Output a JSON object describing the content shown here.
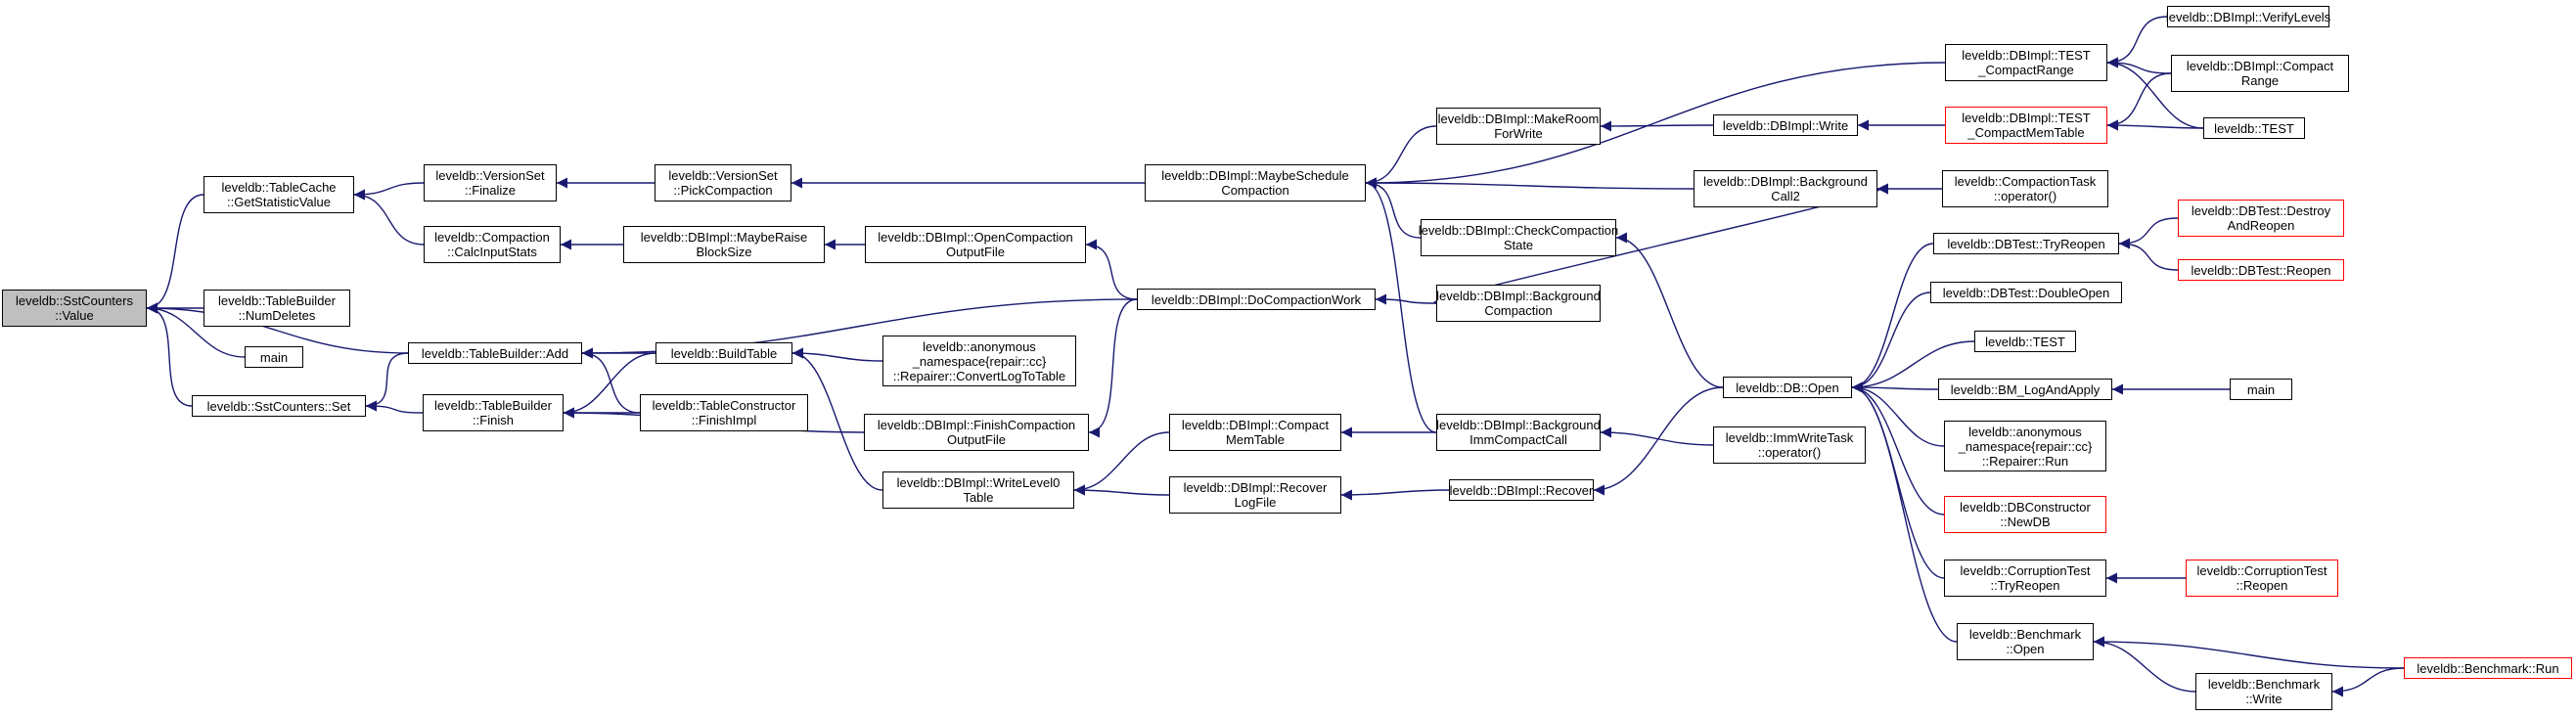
{
  "graph": {
    "type": "call-graph",
    "colors": {
      "edge": "#191970",
      "border": "#000000",
      "border_truncated": "#ff0000",
      "focus_fill": "#bfbfbf"
    },
    "nodes": [
      {
        "id": "sst_value",
        "lines": [
          "leveldb::SstCounters",
          "::Value"
        ],
        "style": "focus"
      },
      {
        "id": "tablecache_gsv",
        "lines": [
          "leveldb::TableCache",
          "::GetStatisticValue"
        ],
        "style": "normal"
      },
      {
        "id": "tb_numdeletes",
        "lines": [
          "leveldb::TableBuilder",
          "::NumDeletes"
        ],
        "style": "normal"
      },
      {
        "id": "main1",
        "lines": [
          "main"
        ],
        "style": "normal"
      },
      {
        "id": "sst_set",
        "lines": [
          "leveldb::SstCounters::Set"
        ],
        "style": "normal"
      },
      {
        "id": "vs_finalize",
        "lines": [
          "leveldb::VersionSet",
          "::Finalize"
        ],
        "style": "normal"
      },
      {
        "id": "comp_calc",
        "lines": [
          "leveldb::Compaction",
          "::CalcInputStats"
        ],
        "style": "normal"
      },
      {
        "id": "tb_add",
        "lines": [
          "leveldb::TableBuilder::Add"
        ],
        "style": "normal"
      },
      {
        "id": "tb_finish",
        "lines": [
          "leveldb::TableBuilder",
          "::Finish"
        ],
        "style": "normal"
      },
      {
        "id": "vs_pick",
        "lines": [
          "leveldb::VersionSet",
          "::PickCompaction"
        ],
        "style": "normal"
      },
      {
        "id": "db_raise",
        "lines": [
          "leveldb::DBImpl::MaybeRaise",
          "BlockSize"
        ],
        "style": "normal"
      },
      {
        "id": "build_table",
        "lines": [
          "leveldb::BuildTable"
        ],
        "style": "normal"
      },
      {
        "id": "tc_finishimpl",
        "lines": [
          "leveldb::TableConstructor",
          "::FinishImpl"
        ],
        "style": "normal"
      },
      {
        "id": "db_open_comp",
        "lines": [
          "leveldb::DBImpl::OpenCompaction",
          "OutputFile"
        ],
        "style": "normal"
      },
      {
        "id": "repairer_convert",
        "lines": [
          "leveldb::anonymous",
          "_namespace{repair::cc}",
          "::Repairer::ConvertLogToTable"
        ],
        "style": "normal"
      },
      {
        "id": "db_finish_comp",
        "lines": [
          "leveldb::DBImpl::FinishCompaction",
          "OutputFile"
        ],
        "style": "normal"
      },
      {
        "id": "db_wl0",
        "lines": [
          "leveldb::DBImpl::WriteLevel0",
          "Table"
        ],
        "style": "normal"
      },
      {
        "id": "db_maybe_sched",
        "lines": [
          "leveldb::DBImpl::MaybeSchedule",
          "Compaction"
        ],
        "style": "normal"
      },
      {
        "id": "db_do_comp",
        "lines": [
          "leveldb::DBImpl::DoCompactionWork"
        ],
        "style": "normal"
      },
      {
        "id": "db_compact_mem",
        "lines": [
          "leveldb::DBImpl::Compact",
          "MemTable"
        ],
        "style": "normal"
      },
      {
        "id": "db_recover_log",
        "lines": [
          "leveldb::DBImpl::Recover",
          "LogFile"
        ],
        "style": "normal"
      },
      {
        "id": "db_makeroom",
        "lines": [
          "leveldb::DBImpl::MakeRoom",
          "ForWrite"
        ],
        "style": "normal"
      },
      {
        "id": "db_check_comp",
        "lines": [
          "leveldb::DBImpl::CheckCompaction",
          "State"
        ],
        "style": "normal"
      },
      {
        "id": "db_bg_comp",
        "lines": [
          "leveldb::DBImpl::Background",
          "Compaction"
        ],
        "style": "normal"
      },
      {
        "id": "db_bg_imm",
        "lines": [
          "leveldb::DBImpl::Background",
          "ImmCompactCall"
        ],
        "style": "normal"
      },
      {
        "id": "db_recover",
        "lines": [
          "leveldb::DBImpl::Recover"
        ],
        "style": "normal"
      },
      {
        "id": "db_write",
        "lines": [
          "leveldb::DBImpl::Write"
        ],
        "style": "normal"
      },
      {
        "id": "db_bg_call2",
        "lines": [
          "leveldb::DBImpl::Background",
          "Call2"
        ],
        "style": "normal"
      },
      {
        "id": "db_open",
        "lines": [
          "leveldb::DB::Open"
        ],
        "style": "normal"
      },
      {
        "id": "imm_write_task",
        "lines": [
          "leveldb::ImmWriteTask",
          "::operator()"
        ],
        "style": "normal"
      },
      {
        "id": "db_test_range",
        "lines": [
          "leveldb::DBImpl::TEST",
          "_CompactRange"
        ],
        "style": "normal"
      },
      {
        "id": "db_test_memtable",
        "lines": [
          "leveldb::DBImpl::TEST",
          "_CompactMemTable"
        ],
        "style": "red"
      },
      {
        "id": "comp_task",
        "lines": [
          "leveldb::CompactionTask",
          "::operator()"
        ],
        "style": "normal"
      },
      {
        "id": "dbt_tryreopen",
        "lines": [
          "leveldb::DBTest::TryReopen"
        ],
        "style": "normal"
      },
      {
        "id": "dbt_doubleopen",
        "lines": [
          "leveldb::DBTest::DoubleOpen"
        ],
        "style": "normal"
      },
      {
        "id": "lt_test_mid",
        "lines": [
          "leveldb::TEST"
        ],
        "style": "normal"
      },
      {
        "id": "bm_logapply",
        "lines": [
          "leveldb::BM_LogAndApply"
        ],
        "style": "normal"
      },
      {
        "id": "repairer_run",
        "lines": [
          "leveldb::anonymous",
          "_namespace{repair::cc}",
          "::Repairer::Run"
        ],
        "style": "normal"
      },
      {
        "id": "dbc_newdb",
        "lines": [
          "leveldb::DBConstructor",
          "::NewDB"
        ],
        "style": "red"
      },
      {
        "id": "ct_tryreopen",
        "lines": [
          "leveldb::CorruptionTest",
          "::TryReopen"
        ],
        "style": "normal"
      },
      {
        "id": "bench_open",
        "lines": [
          "leveldb::Benchmark",
          "::Open"
        ],
        "style": "normal"
      },
      {
        "id": "verify_levels",
        "lines": [
          "leveldb::DBImpl::VerifyLevels"
        ],
        "style": "normal"
      },
      {
        "id": "db_compact_range",
        "lines": [
          "leveldb::DBImpl::Compact",
          "Range"
        ],
        "style": "normal"
      },
      {
        "id": "lt_test_top",
        "lines": [
          "leveldb::TEST"
        ],
        "style": "normal"
      },
      {
        "id": "dbt_destroy",
        "lines": [
          "leveldb::DBTest::Destroy",
          "AndReopen"
        ],
        "style": "red"
      },
      {
        "id": "dbt_reopen",
        "lines": [
          "leveldb::DBTest::Reopen"
        ],
        "style": "red"
      },
      {
        "id": "main2",
        "lines": [
          "main"
        ],
        "style": "normal"
      },
      {
        "id": "ct_reopen",
        "lines": [
          "leveldb::CorruptionTest",
          "::Reopen"
        ],
        "style": "red"
      },
      {
        "id": "bench_write",
        "lines": [
          "leveldb::Benchmark",
          "::Write"
        ],
        "style": "normal"
      },
      {
        "id": "bench_run",
        "lines": [
          "leveldb::Benchmark::Run"
        ],
        "style": "red"
      }
    ],
    "edges": [
      [
        "tablecache_gsv",
        "sst_value"
      ],
      [
        "tb_numdeletes",
        "sst_value"
      ],
      [
        "main1",
        "sst_value"
      ],
      [
        "sst_set",
        "sst_value"
      ],
      [
        "tb_add",
        "sst_value"
      ],
      [
        "vs_finalize",
        "tablecache_gsv"
      ],
      [
        "comp_calc",
        "tablecache_gsv"
      ],
      [
        "tb_add",
        "sst_set"
      ],
      [
        "tb_finish",
        "sst_set"
      ],
      [
        "vs_pick",
        "vs_finalize"
      ],
      [
        "db_raise",
        "comp_calc"
      ],
      [
        "build_table",
        "tb_add"
      ],
      [
        "tc_finishimpl",
        "tb_add"
      ],
      [
        "db_do_comp",
        "tb_add"
      ],
      [
        "build_table",
        "tb_finish"
      ],
      [
        "tc_finishimpl",
        "tb_finish"
      ],
      [
        "db_finish_comp",
        "tb_finish"
      ],
      [
        "db_maybe_sched",
        "vs_pick"
      ],
      [
        "db_open_comp",
        "db_raise"
      ],
      [
        "repairer_convert",
        "build_table"
      ],
      [
        "db_wl0",
        "build_table"
      ],
      [
        "db_do_comp",
        "db_open_comp"
      ],
      [
        "db_do_comp",
        "db_finish_comp"
      ],
      [
        "db_compact_mem",
        "db_wl0"
      ],
      [
        "db_recover_log",
        "db_wl0"
      ],
      [
        "db_makeroom",
        "db_maybe_sched"
      ],
      [
        "db_check_comp",
        "db_maybe_sched"
      ],
      [
        "db_bg_call2",
        "db_maybe_sched"
      ],
      [
        "db_test_range",
        "db_maybe_sched"
      ],
      [
        "db_bg_imm",
        "db_maybe_sched"
      ],
      [
        "db_bg_comp",
        "db_do_comp"
      ],
      [
        "db_bg_imm",
        "db_compact_mem"
      ],
      [
        "db_recover",
        "db_recover_log"
      ],
      [
        "db_write",
        "db_makeroom"
      ],
      [
        "db_open",
        "db_check_comp"
      ],
      [
        "db_bg_comp",
        "db_bg_call2"
      ],
      [
        "imm_write_task",
        "db_bg_imm"
      ],
      [
        "db_open",
        "db_recover"
      ],
      [
        "db_test_memtable",
        "db_write"
      ],
      [
        "comp_task",
        "db_bg_call2"
      ],
      [
        "dbt_tryreopen",
        "db_open"
      ],
      [
        "dbt_doubleopen",
        "db_open"
      ],
      [
        "lt_test_mid",
        "db_open"
      ],
      [
        "bm_logapply",
        "db_open"
      ],
      [
        "repairer_run",
        "db_open"
      ],
      [
        "dbc_newdb",
        "db_open"
      ],
      [
        "ct_tryreopen",
        "db_open"
      ],
      [
        "bench_open",
        "db_open"
      ],
      [
        "verify_levels",
        "db_test_range"
      ],
      [
        "db_compact_range",
        "db_test_range"
      ],
      [
        "lt_test_top",
        "db_test_range"
      ],
      [
        "db_compact_range",
        "db_test_memtable"
      ],
      [
        "lt_test_top",
        "db_test_memtable"
      ],
      [
        "dbt_destroy",
        "dbt_tryreopen"
      ],
      [
        "dbt_reopen",
        "dbt_tryreopen"
      ],
      [
        "main2",
        "bm_logapply"
      ],
      [
        "ct_reopen",
        "ct_tryreopen"
      ],
      [
        "bench_run",
        "bench_open"
      ],
      [
        "bench_write",
        "bench_open"
      ],
      [
        "bench_run",
        "bench_write"
      ]
    ]
  }
}
